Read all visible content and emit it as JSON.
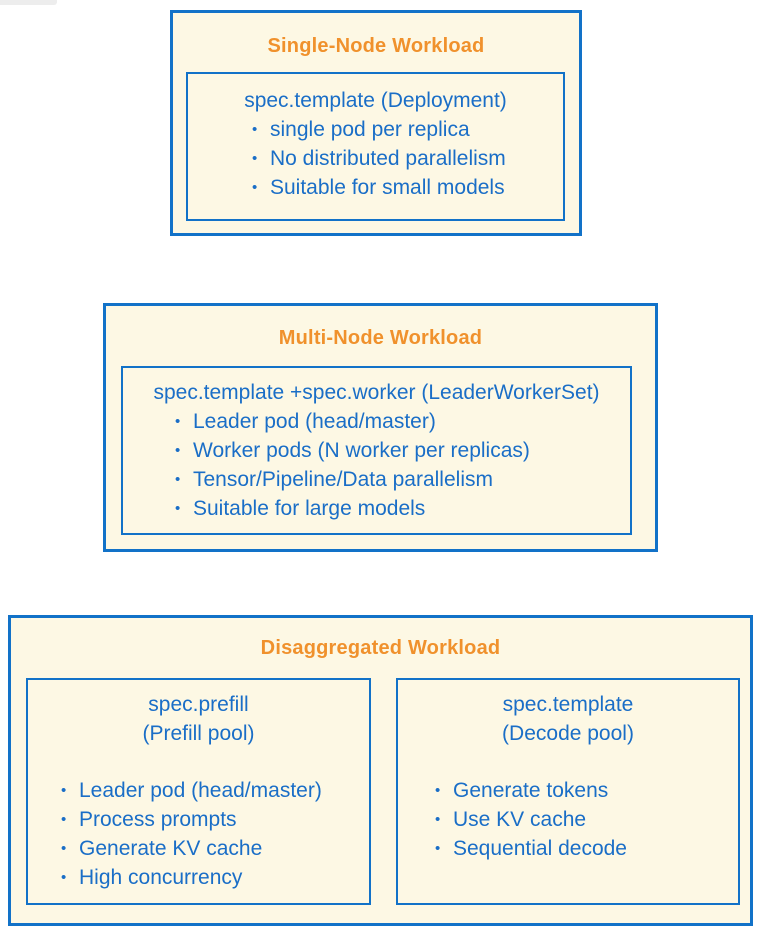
{
  "glyphs": {
    "bullet": "•"
  },
  "colors": {
    "canvas_background": "#FFFFFF",
    "box_fill": "#FDF8E4",
    "border_blue": "#1272C8",
    "text_blue": "#1A6EC7",
    "title_orange": "#F0912C"
  },
  "sections": [
    {
      "title": "Single-Node Workload",
      "panels": [
        {
          "heading_lines": [
            "spec.template (Deployment)"
          ],
          "bullets": [
            "single pod per replica",
            "No distributed parallelism",
            "Suitable for small models"
          ]
        }
      ]
    },
    {
      "title": "Multi-Node Workload",
      "panels": [
        {
          "heading_lines": [
            "spec.template +spec.worker (LeaderWorkerSet)"
          ],
          "bullets": [
            "Leader pod (head/master)",
            "Worker pods (N worker per replicas)",
            "Tensor/Pipeline/Data parallelism",
            "Suitable for large models"
          ]
        }
      ]
    },
    {
      "title": "Disaggregated Workload",
      "panels": [
        {
          "heading_lines": [
            "spec.prefill",
            "(Prefill pool)"
          ],
          "bullets": [
            "Leader pod (head/master)",
            "Process prompts",
            "Generate KV cache",
            "High concurrency"
          ]
        },
        {
          "heading_lines": [
            "spec.template",
            "(Decode pool)"
          ],
          "bullets": [
            "Generate tokens",
            "Use KV cache",
            "Sequential decode"
          ]
        }
      ]
    }
  ]
}
